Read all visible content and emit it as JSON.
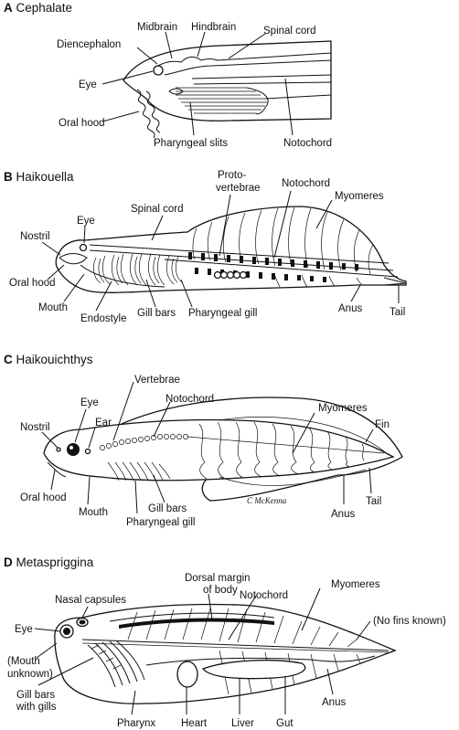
{
  "panels": [
    {
      "letter": "A",
      "name": "Cephalate",
      "labels": {
        "midbrain": "Midbrain",
        "hindbrain": "Hindbrain",
        "spinal_cord": "Spinal cord",
        "diencephalon": "Diencephalon",
        "eye": "Eye",
        "oral_hood": "Oral hood",
        "pharyngeal_slits": "Pharyngeal slits",
        "notochord": "Notochord"
      }
    },
    {
      "letter": "B",
      "name": "Haikouella",
      "labels": {
        "proto": "Proto-",
        "vertebrae": "vertebrae",
        "notochord": "Notochord",
        "myomeres": "Myomeres",
        "eye": "Eye",
        "spinal_cord": "Spinal cord",
        "nostril": "Nostril",
        "oral_hood": "Oral hood",
        "mouth": "Mouth",
        "endostyle": "Endostyle",
        "gill_bars": "Gill bars",
        "pharyngeal_gill": "Pharyngeal gill",
        "anus": "Anus",
        "tail": "Tail"
      }
    },
    {
      "letter": "C",
      "name": "Haikouichthys",
      "labels": {
        "vertebrae": "Vertebrae",
        "eye": "Eye",
        "notochord": "Notochord",
        "ear": "Ear",
        "nostril": "Nostril",
        "myomeres": "Myomeres",
        "fin": "Fin",
        "oral_hood": "Oral hood",
        "mouth": "Mouth",
        "gill_bars": "Gill bars",
        "pharyngeal_gill": "Pharyngeal gill",
        "anus": "Anus",
        "tail": "Tail"
      },
      "signature": "C McKenna"
    },
    {
      "letter": "D",
      "name": "Metaspriggina",
      "labels": {
        "dorsal_margin_1": "Dorsal margin",
        "dorsal_margin_2": "of body",
        "nasal_capsules": "Nasal capsules",
        "notochord": "Notochord",
        "myomeres": "Myomeres",
        "no_fins": "(No fins known)",
        "eye": "Eye",
        "mouth_unknown_1": "(Mouth",
        "mouth_unknown_2": "unknown)",
        "gill_bars_1": "Gill bars",
        "gill_bars_2": "with gills",
        "pharynx": "Pharynx",
        "heart": "Heart",
        "liver": "Liver",
        "gut": "Gut",
        "anus": "Anus"
      }
    }
  ]
}
